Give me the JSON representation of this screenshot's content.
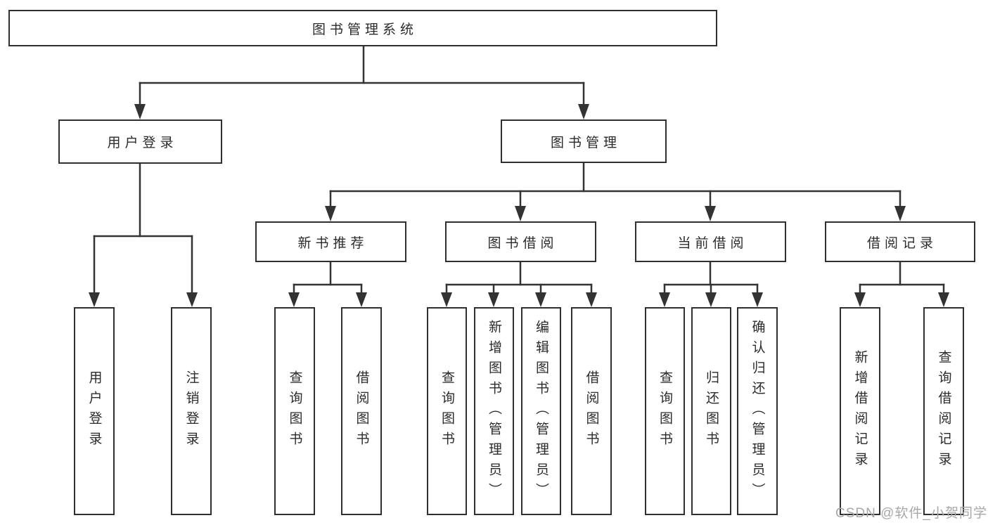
{
  "diagram": {
    "root": {
      "label": "图书管理系统"
    },
    "branches": [
      {
        "label": "用户登录",
        "children": [
          {
            "label": "用户登录"
          },
          {
            "label": "注销登录"
          }
        ]
      },
      {
        "label": "图书管理",
        "children": [
          {
            "label": "新书推荐",
            "children": [
              {
                "label": "查询图书"
              },
              {
                "label": "借阅图书"
              }
            ]
          },
          {
            "label": "图书借阅",
            "children": [
              {
                "label": "查询图书"
              },
              {
                "label": "新增图书（管理员）"
              },
              {
                "label": "编辑图书（管理员）"
              },
              {
                "label": "借阅图书"
              }
            ]
          },
          {
            "label": "当前借阅",
            "children": [
              {
                "label": "查询图书"
              },
              {
                "label": "归还图书"
              },
              {
                "label": "确认归还（管理员）"
              }
            ]
          },
          {
            "label": "借阅记录",
            "children": [
              {
                "label": "新增借阅记录"
              },
              {
                "label": "查询借阅记录"
              }
            ]
          }
        ]
      }
    ]
  },
  "watermark": {
    "text": "CSDN @软件_小贺同学",
    "color": "#a8a8a8"
  },
  "colors": {
    "line": "#333333",
    "box_border": "#2f2f2f",
    "text": "#2b2b2b",
    "background": "#ffffff"
  }
}
